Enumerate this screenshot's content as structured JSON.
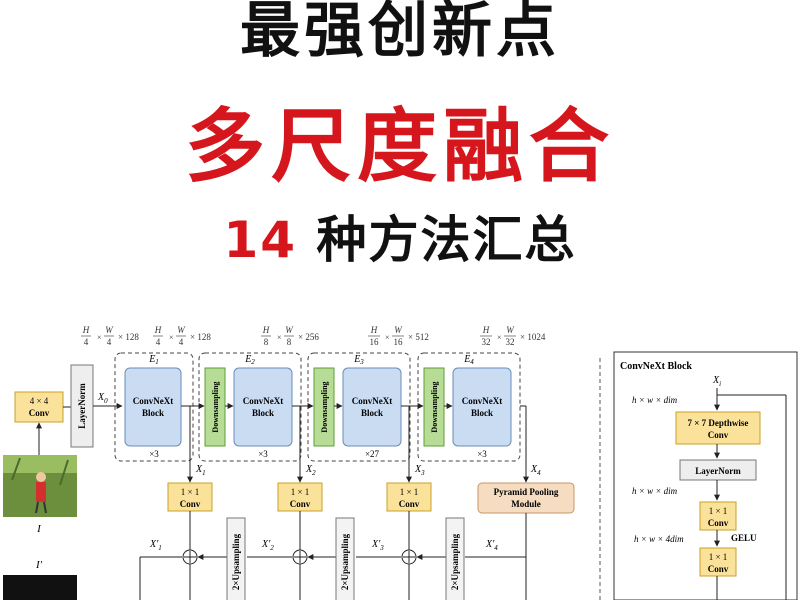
{
  "headline": {
    "line1": "最强创新点",
    "line2": "多尺度融合",
    "line3_number": "14",
    "line3_text": "种方法汇总"
  },
  "diagram": {
    "dims": [
      {
        "n1": "H",
        "d1": "4",
        "n2": "W",
        "d2": "4",
        "rest": "× 128"
      },
      {
        "n1": "H",
        "d1": "4",
        "n2": "W",
        "d2": "4",
        "rest": "× 128"
      },
      {
        "n1": "H",
        "d1": "8",
        "n2": "W",
        "d2": "8",
        "rest": "× 256"
      },
      {
        "n1": "H",
        "d1": "16",
        "n2": "W",
        "d2": "16",
        "rest": "× 512"
      },
      {
        "n1": "H",
        "d1": "32",
        "n2": "W",
        "d2": "32",
        "rest": "× 1024"
      }
    ],
    "stem_conv": {
      "line1": "4 × 4",
      "line2": "Conv"
    },
    "layernorm": "LayerNorm",
    "input_label": "I",
    "input_label2": "I′",
    "x0": "X",
    "x0_sub": "0",
    "stages": [
      {
        "name": "E",
        "sub": "1",
        "block1": "ConvNeXt",
        "block2": "Block",
        "repeat": "×3"
      },
      {
        "name": "E",
        "sub": "2",
        "block1": "ConvNeXt",
        "block2": "Block",
        "repeat": "×3"
      },
      {
        "name": "E",
        "sub": "3",
        "block1": "ConvNeXt",
        "block2": "Block",
        "repeat": "×27"
      },
      {
        "name": "E",
        "sub": "4",
        "block1": "ConvNeXt",
        "block2": "Block",
        "repeat": "×3"
      }
    ],
    "downsampling": "Downsampling",
    "x_labels": [
      {
        "base": "X",
        "sub": "1"
      },
      {
        "base": "X",
        "sub": "2"
      },
      {
        "base": "X",
        "sub": "3"
      },
      {
        "base": "X",
        "sub": "4"
      }
    ],
    "conv1x1": {
      "line1": "1 × 1",
      "line2": "Conv"
    },
    "ppm": {
      "line1": "Pyramid Pooling",
      "line2": "Module"
    },
    "xprime_labels": [
      {
        "base": "X′",
        "sub": "1"
      },
      {
        "base": "X′",
        "sub": "2"
      },
      {
        "base": "X′",
        "sub": "3"
      },
      {
        "base": "X′",
        "sub": "4"
      }
    ],
    "upsampling": "2×Upsampling",
    "block_title": "ConvNeXt Block",
    "xi": "X",
    "xi_sub": "i",
    "block_dim1": "h × w × dim",
    "depthwise": {
      "line1": "7 × 7 Depthwise",
      "line2": "Conv"
    },
    "block_layernorm": "LayerNorm",
    "block_dim2": "h × w × dim",
    "block_conv_a": {
      "line1": "1 × 1",
      "line2": "Conv"
    },
    "block_dim3": "h × w × 4dim",
    "gelu": "GELU",
    "block_conv_b": {
      "line1": "1 × 1",
      "line2": "Conv"
    }
  },
  "colors": {
    "accent_red": "#d5161c",
    "headline_black": "#111111",
    "block_blue": "#c9dcf2",
    "downsample_green": "#b7dc95",
    "conv_yellow": "#fbe29a",
    "ppm_peach": "#f6dcc0"
  },
  "icons": [
    "plus-icon",
    "arrow-icon"
  ]
}
